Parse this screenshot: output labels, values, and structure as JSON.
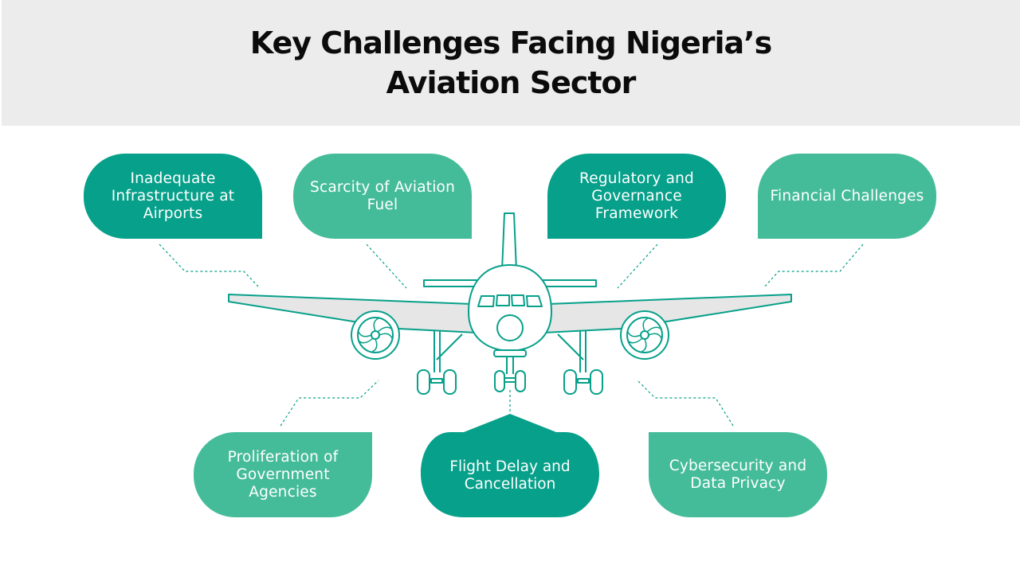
{
  "title": "Key Challenges Facing Nigeria’s Aviation Sector",
  "challenges": {
    "inadequate_infrastructure": "Inadequate Infrastructure at Airports",
    "fuel_scarcity": "Scarcity of Aviation Fuel",
    "regulatory": "Regulatory and Governance Framework",
    "financial": "Financial Challenges",
    "agencies": "Proliferation of Government Agencies",
    "flight_delay": "Flight Delay and Cancellation",
    "cybersecurity": "Cybersecurity and Data Privacy"
  },
  "icons": {
    "airplane": "airplane-front-view-icon"
  },
  "colors": {
    "header_bg": "#ececec",
    "dark_green": "#07a08a",
    "light_green": "#45bc99",
    "outline": "#07a08a",
    "wing_fill": "#e6e6e6"
  }
}
